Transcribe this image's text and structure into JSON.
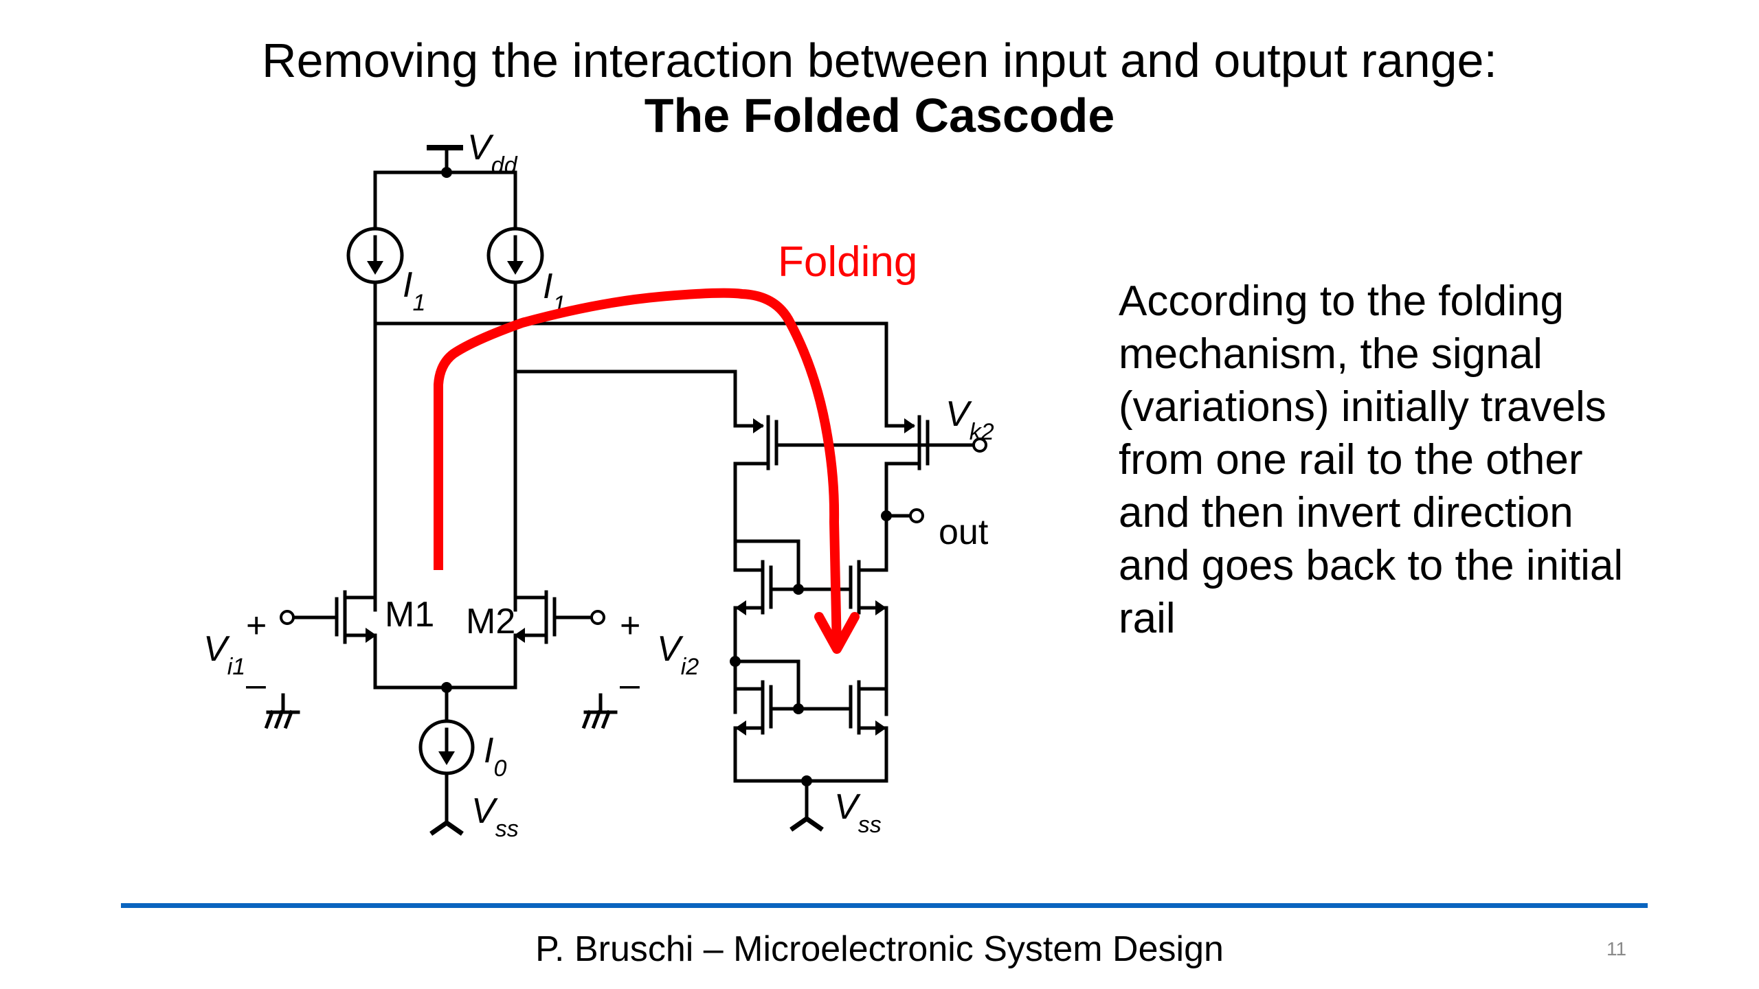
{
  "slide": {
    "title_line1": "Removing the interaction between input and output range:",
    "title_line2": "The Folded Cascode",
    "explanation_lines": [
      "According to the folding",
      "mechanism, the signal",
      "(variations) initially travels",
      "from one rail to the other",
      "and then invert direction",
      "and goes back to the initial",
      "rail"
    ],
    "footer": "P. Bruschi – Microelectronic System Design",
    "page_number": "11",
    "accent_color": "#0a64bf",
    "annotation_color": "#ff0000"
  },
  "circuit": {
    "supply_top": {
      "main": "V",
      "sub": "dd"
    },
    "supply_bottom_left": {
      "main": "V",
      "sub": "ss"
    },
    "supply_bottom_right": {
      "main": "V",
      "sub": "ss"
    },
    "current_source_left": {
      "main": "I",
      "sub": "1"
    },
    "current_source_right": {
      "main": "I",
      "sub": "1"
    },
    "tail_current": {
      "main": "I",
      "sub": "0"
    },
    "transistor_m1": "M1",
    "transistor_m2": "M2",
    "input_left": {
      "main": "V",
      "sub": "i1",
      "plus": "+",
      "minus": "–"
    },
    "input_right": {
      "main": "V",
      "sub": "i2",
      "plus": "+",
      "minus": "–"
    },
    "bias_cascode": {
      "main": "V",
      "sub": "k2"
    },
    "output_label": "out",
    "folding_label": "Folding"
  }
}
